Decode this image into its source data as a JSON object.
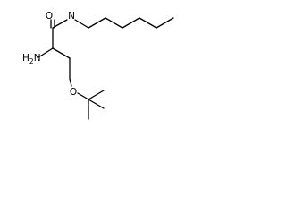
{
  "molecule": {
    "atoms": {
      "oxygen_carbonyl": "O",
      "nitrogen_amide": "N",
      "nitrogen_amine_symbol": "H",
      "nitrogen_amine_subscript": "2",
      "nitrogen_amine_suffix": "N",
      "oxygen_ether": "O"
    }
  },
  "colors": {
    "bond": "#000000",
    "text": "#000000",
    "background": "#ffffff"
  }
}
